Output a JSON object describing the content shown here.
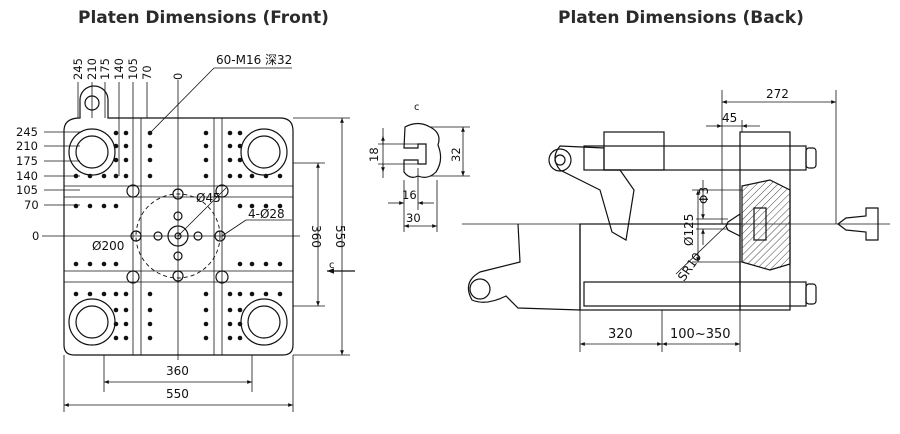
{
  "titles": {
    "front": "Platen Dimensions (Front)",
    "back": "Platen Dimensions (Back)"
  },
  "front": {
    "top_dims": [
      "245",
      "210",
      "175",
      "140",
      "105",
      "70",
      "0"
    ],
    "left_dims": [
      "245",
      "210",
      "175",
      "140",
      "105",
      "70",
      "0"
    ],
    "thread_note": "60-M16 深32",
    "phi45": "Ø45",
    "holes_28": "4-Ø28",
    "phi200": "Ø200",
    "dim_360_h": "360",
    "dim_550_h": "550",
    "dim_360_v": "360",
    "dim_550_v": "550",
    "section_mark": "c"
  },
  "section": {
    "label": "c",
    "dim_18": "18",
    "dim_32": "32",
    "dim_16": "16",
    "dim_30": "30"
  },
  "back": {
    "dim_272": "272",
    "dim_45": "45",
    "phi3": "Φ3",
    "phi125": "Ø125",
    "sr10": "SR10",
    "dim_320": "320",
    "dim_range": "100~350"
  },
  "colors": {
    "line": "#111111",
    "title": "#2b2b2b",
    "hatch": "#444444"
  }
}
